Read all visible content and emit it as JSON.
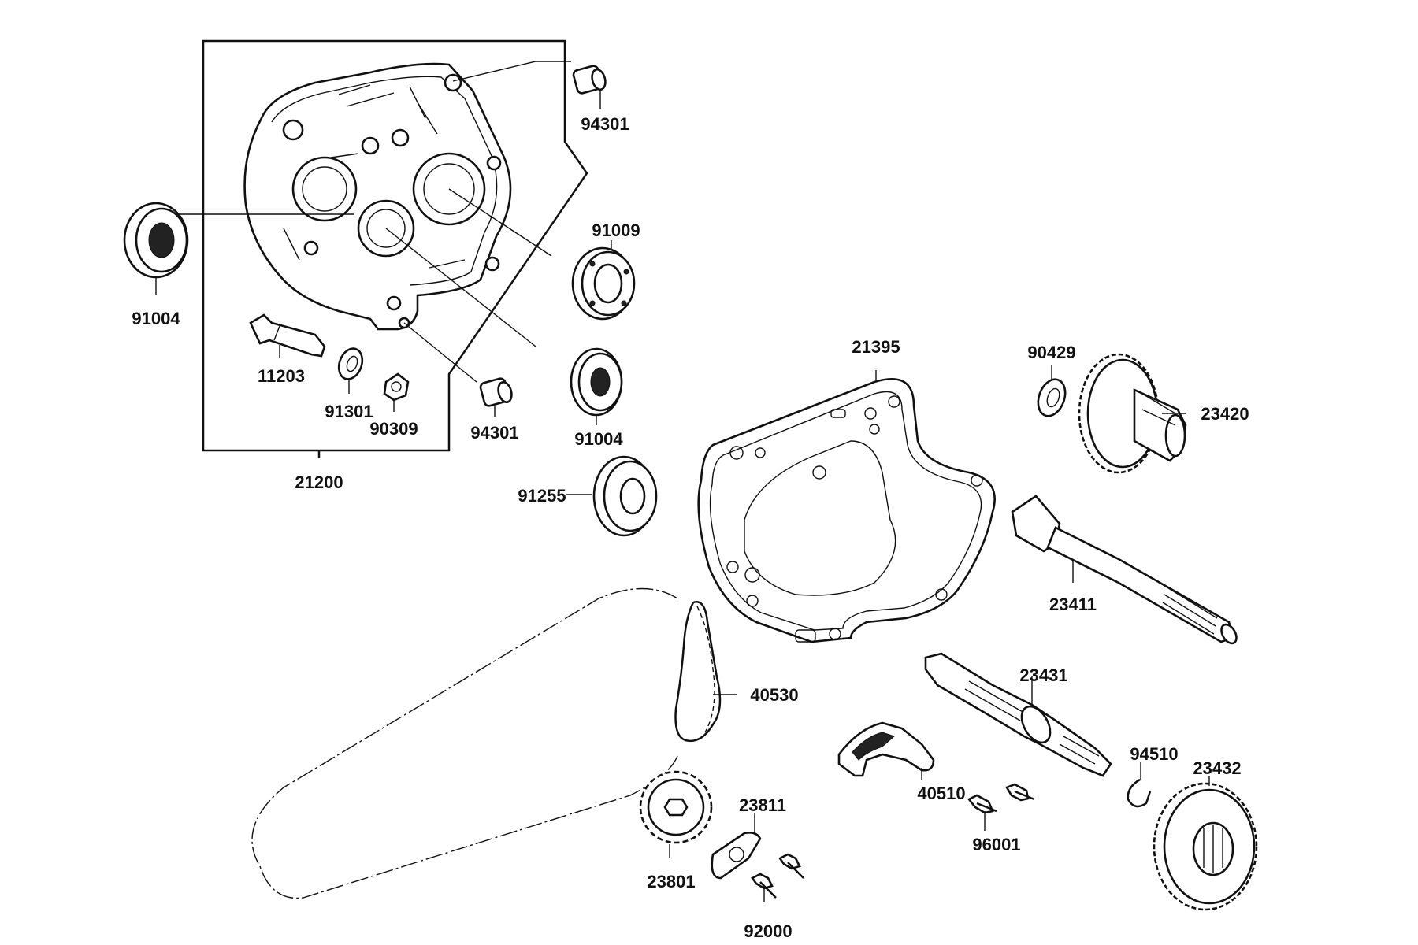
{
  "diagram": {
    "parts": [
      {
        "id": "p21200",
        "number": "21200"
      },
      {
        "id": "p94301a",
        "number": "94301"
      },
      {
        "id": "p91009",
        "number": "91009"
      },
      {
        "id": "p91004a",
        "number": "91004"
      },
      {
        "id": "p11203",
        "number": "11203"
      },
      {
        "id": "p91301",
        "number": "91301"
      },
      {
        "id": "p90309",
        "number": "90309"
      },
      {
        "id": "p94301b",
        "number": "94301"
      },
      {
        "id": "p91004b",
        "number": "91004"
      },
      {
        "id": "p91255",
        "number": "91255"
      },
      {
        "id": "p21395",
        "number": "21395"
      },
      {
        "id": "p90429",
        "number": "90429"
      },
      {
        "id": "p23420",
        "number": "23420"
      },
      {
        "id": "p23411",
        "number": "23411"
      },
      {
        "id": "p40530",
        "number": "40530"
      },
      {
        "id": "p23431",
        "number": "23431"
      },
      {
        "id": "p94510",
        "number": "94510"
      },
      {
        "id": "p23432",
        "number": "23432"
      },
      {
        "id": "p40510",
        "number": "40510"
      },
      {
        "id": "p96001",
        "number": "96001"
      },
      {
        "id": "p23811",
        "number": "23811"
      },
      {
        "id": "p23801",
        "number": "23801"
      },
      {
        "id": "p92000",
        "number": "92000"
      }
    ],
    "colors": {
      "line": "#111111",
      "background": "#ffffff"
    }
  }
}
